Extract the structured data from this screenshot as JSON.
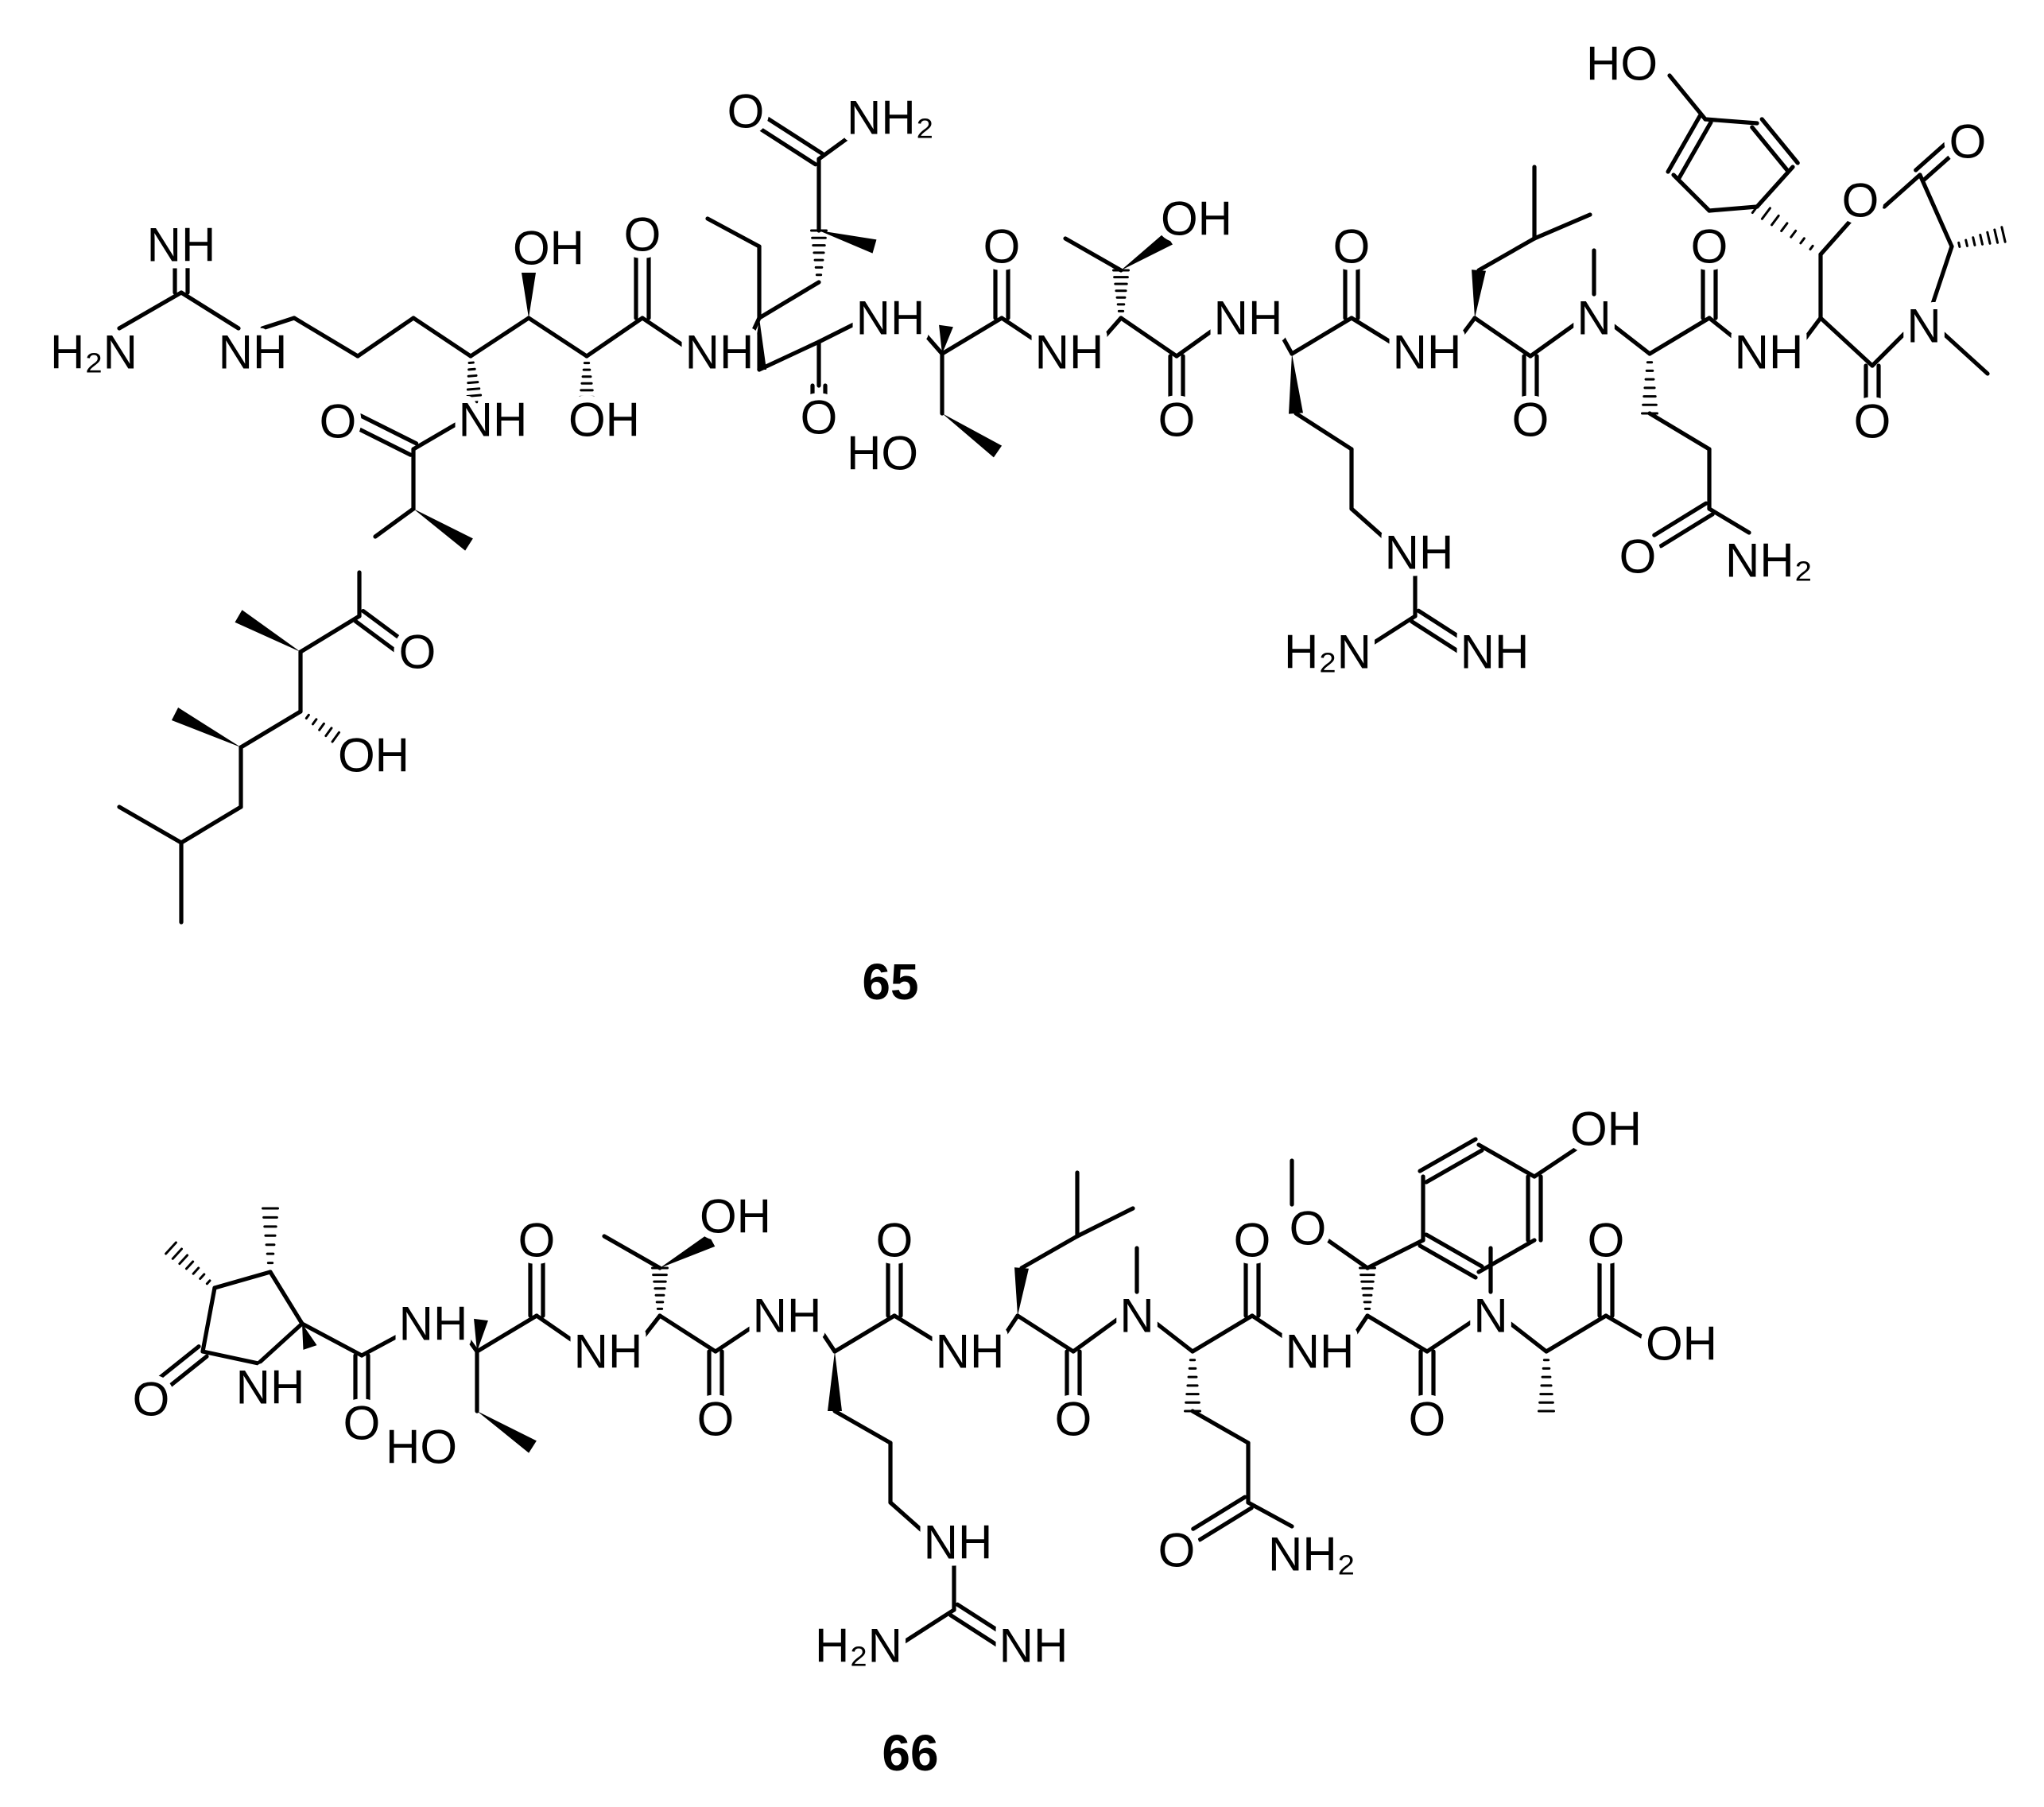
{
  "compounds": [
    {
      "id": "65",
      "label": "65"
    },
    {
      "id": "66",
      "label": "66"
    }
  ],
  "atom_labels": {
    "NH": "NH",
    "NH2": "NH₂",
    "H2N": "H₂N",
    "OH": "OH",
    "HO": "HO",
    "O": "O",
    "N": "N"
  }
}
